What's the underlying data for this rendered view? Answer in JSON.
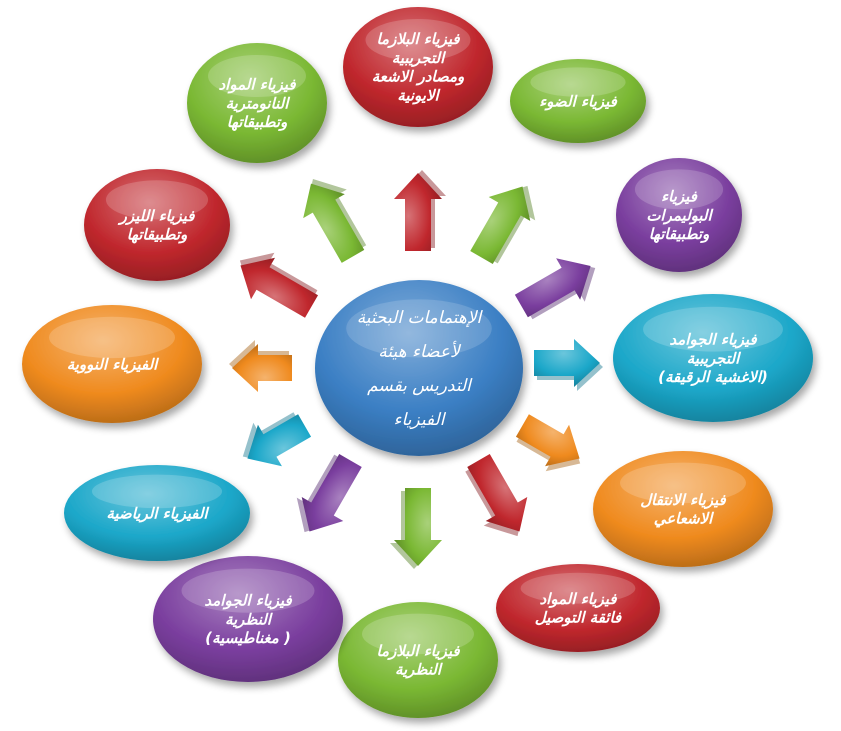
{
  "center": {
    "lines": [
      "الإهتمامات البحثية",
      "لأعضاء هيئة",
      "التدريس بقسم",
      "الفيزياء"
    ],
    "color": "#3b7fc4"
  },
  "nodes": [
    {
      "id": "plasma-exp",
      "lines": [
        "فيزياء البلازما",
        "التجريبية",
        "ومصادر الاشعة",
        "الايونية"
      ],
      "color": "#c0272d"
    },
    {
      "id": "light",
      "lines": [
        "فيزياء الضوء"
      ],
      "color": "#7ab833"
    },
    {
      "id": "polymers",
      "lines": [
        "فيزياء",
        "البوليمرات",
        "وتطبيقاتها"
      ],
      "color": "#7a3e9e"
    },
    {
      "id": "solid-exp",
      "lines": [
        "فيزياء الجوامد",
        "التجريبية",
        "(الاغشية الرقيقة)"
      ],
      "color": "#1ba7c9"
    },
    {
      "id": "radiative",
      "lines": [
        "فيزياء الانتقال",
        "الاشعاعي"
      ],
      "color": "#ef8a1e"
    },
    {
      "id": "superconductors",
      "lines": [
        "فيزياء المواد",
        "فائقة التوصيل"
      ],
      "color": "#c0272d"
    },
    {
      "id": "plasma-theory",
      "lines": [
        "فيزياء البلازما",
        "النظرية"
      ],
      "color": "#7ab833"
    },
    {
      "id": "solid-theory",
      "lines": [
        "فيزياء الجوامد",
        "النظرية",
        "( مغناطيسية)"
      ],
      "color": "#7a3e9e"
    },
    {
      "id": "mathematical",
      "lines": [
        "الفيزياء الرياضية"
      ],
      "color": "#1ba7c9"
    },
    {
      "id": "nuclear",
      "lines": [
        "الفيزياء النووية"
      ],
      "color": "#ef8a1e"
    },
    {
      "id": "laser",
      "lines": [
        "فيزياء الليزر",
        "وتطبيقاتها"
      ],
      "color": "#c0272d"
    },
    {
      "id": "nano",
      "lines": [
        "فيزياء المواد",
        "النانومترية",
        "وتطبيقاتها"
      ],
      "color": "#7ab833"
    }
  ],
  "arrows": [
    {
      "id": "up",
      "color": "#c0272d"
    },
    {
      "id": "up-right",
      "color": "#7ab833"
    },
    {
      "id": "right-up",
      "color": "#7a3e9e"
    },
    {
      "id": "right",
      "color": "#1ba7c9"
    },
    {
      "id": "right-down",
      "color": "#ef8a1e"
    },
    {
      "id": "down-right",
      "color": "#c0272d"
    },
    {
      "id": "down",
      "color": "#7ab833"
    },
    {
      "id": "down-left",
      "color": "#7a3e9e"
    },
    {
      "id": "left-down",
      "color": "#1ba7c9"
    },
    {
      "id": "left",
      "color": "#ef8a1e"
    },
    {
      "id": "left-up",
      "color": "#c0272d"
    },
    {
      "id": "up-left",
      "color": "#7ab833"
    }
  ]
}
